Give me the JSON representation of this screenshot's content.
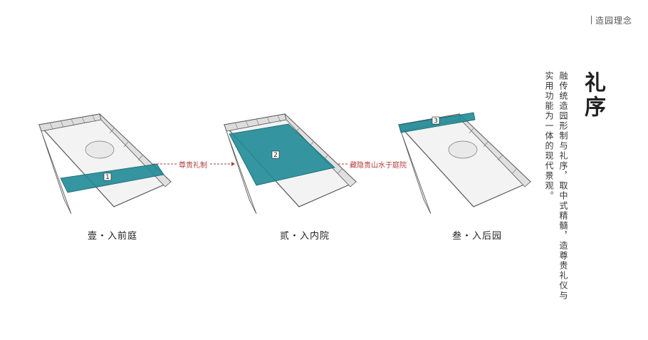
{
  "header": {
    "section_label": "造园理念"
  },
  "title": "礼序",
  "description": {
    "line1": "融传统造园形制与礼序，取中式精髓，造尊贵礼仪与",
    "line2": "实用功能为一体的现代景观。"
  },
  "stages": [
    {
      "badge": "1",
      "caption": "壹・入前庭"
    },
    {
      "badge": "2",
      "caption": "贰・入内院"
    },
    {
      "badge": "3",
      "caption": "叁・入后园"
    }
  ],
  "transitions": [
    {
      "label": "尊贵礼制"
    },
    {
      "label": "藏隐贵山水于庭院"
    }
  ],
  "colors": {
    "highlight": "#1f8a96",
    "arrow": "#b23b3b",
    "sketch": "#555555"
  }
}
